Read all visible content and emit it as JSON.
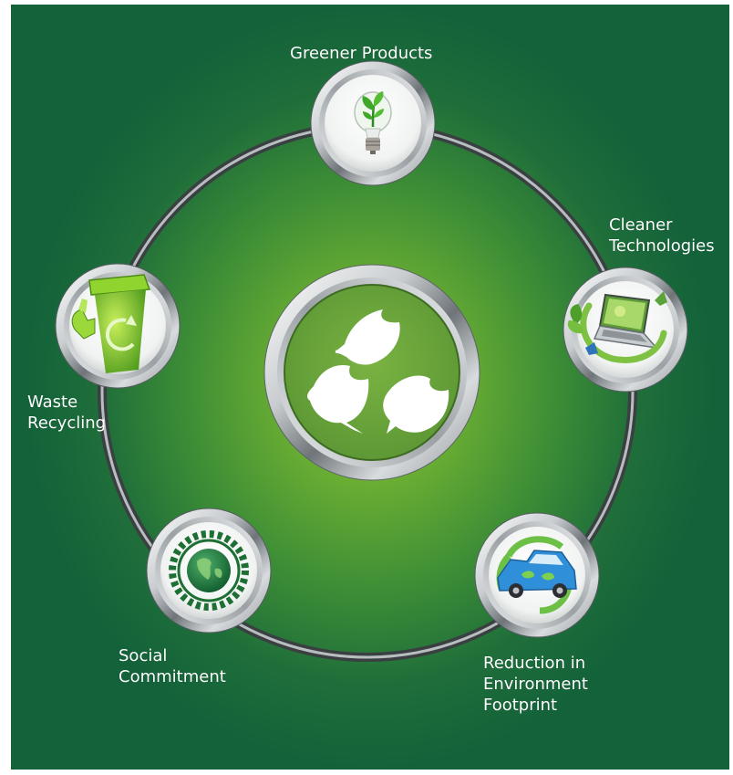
{
  "nodes": [
    {
      "id": "greener-products",
      "icon": "light-bulb-with-sprout-icon",
      "lines": [
        "Greener Products"
      ]
    },
    {
      "id": "cleaner-technologies",
      "icon": "laptop-with-leaves-icon",
      "lines": [
        "Cleaner",
        "Technologies"
      ]
    },
    {
      "id": "reduction-footprint",
      "icon": "eco-car-with-recycle-arrows-icon",
      "lines": [
        "Reduction in",
        "Environment",
        "Footprint"
      ]
    },
    {
      "id": "social-commitment",
      "icon": "globe-with-people-ring-icon",
      "lines": [
        "Social",
        "Commitment"
      ]
    },
    {
      "id": "waste-recycling",
      "icon": "recycle-bin-icon",
      "lines": [
        "Waste",
        "Recycling"
      ]
    }
  ],
  "center": {
    "icon": "three-leaves-icon"
  },
  "colors": {
    "background_center": "#9ccc2c",
    "background_edge": "#13623a",
    "ring": "#4a4f52",
    "center_disc": "#6aa13b",
    "leaf": "#ffffff"
  }
}
